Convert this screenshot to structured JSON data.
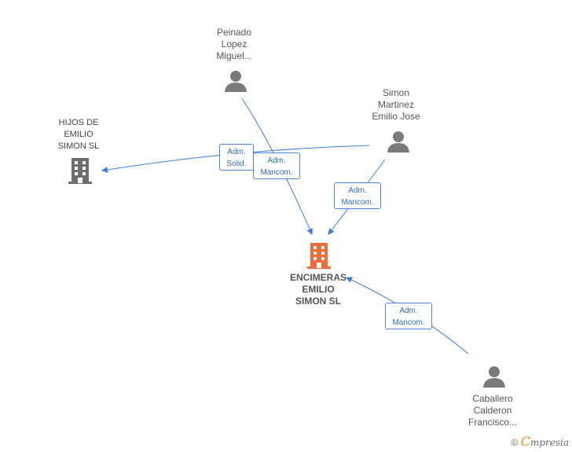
{
  "nodes": {
    "peinado": {
      "label": [
        "Peinado",
        "Lopez",
        "Miguel..."
      ]
    },
    "simon": {
      "label": [
        "Simon",
        "Martinez",
        "Emilio Jose"
      ]
    },
    "hijos": {
      "label": [
        "HIJOS DE",
        "EMILIO",
        "SIMON  SL"
      ]
    },
    "encimeras": {
      "label": [
        "ENCIMERAS",
        "EMILIO",
        "SIMON  SL"
      ]
    },
    "caballero": {
      "label": [
        "Caballero",
        "Calderon",
        "Francisco..."
      ]
    }
  },
  "edges": {
    "solid": [
      "Adm.",
      "Solid."
    ],
    "mancom1": [
      "Adm.",
      "Mancom."
    ],
    "mancom2": [
      "Adm.",
      "Mancom."
    ],
    "mancom3": [
      "Adm.",
      "Mancom."
    ]
  },
  "footer": {
    "copyright": "©",
    "brand_first": "C",
    "brand_rest": "mpresia"
  },
  "colors": {
    "edge": "#3d7fd8",
    "person": "#7a7a7a",
    "company": "#6e6e6e",
    "main_company": "#f26a34"
  }
}
